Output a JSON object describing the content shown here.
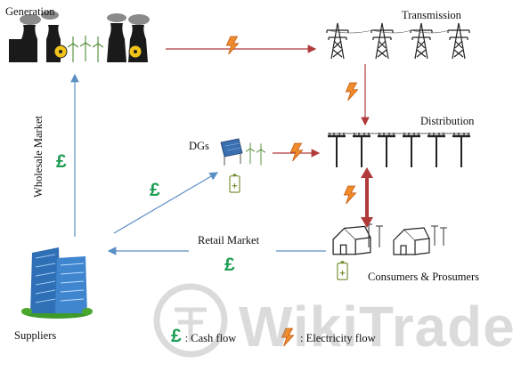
{
  "nodes": {
    "generation": "Generation",
    "transmission": "Transmission",
    "distribution": "Distribution",
    "dgs": "DGs",
    "consumers": "Consumers & Prosumers",
    "suppliers": "Suppliers"
  },
  "markets": {
    "wholesale": "Wholesale Market",
    "retail": "Retail Market"
  },
  "symbols": {
    "pound": "£"
  },
  "legend": {
    "cash_symbol": "£",
    "cash_label": ": Cash flow",
    "electricity_label": ": Electricity flow"
  },
  "watermark": "WikiTrade",
  "colors": {
    "electricity_arrow": "#b03a3a",
    "cash_arrow": "#5a8fc4",
    "pound": "#1e9e52",
    "lightning": "#f08c2a",
    "building": "#2f6fb5"
  }
}
